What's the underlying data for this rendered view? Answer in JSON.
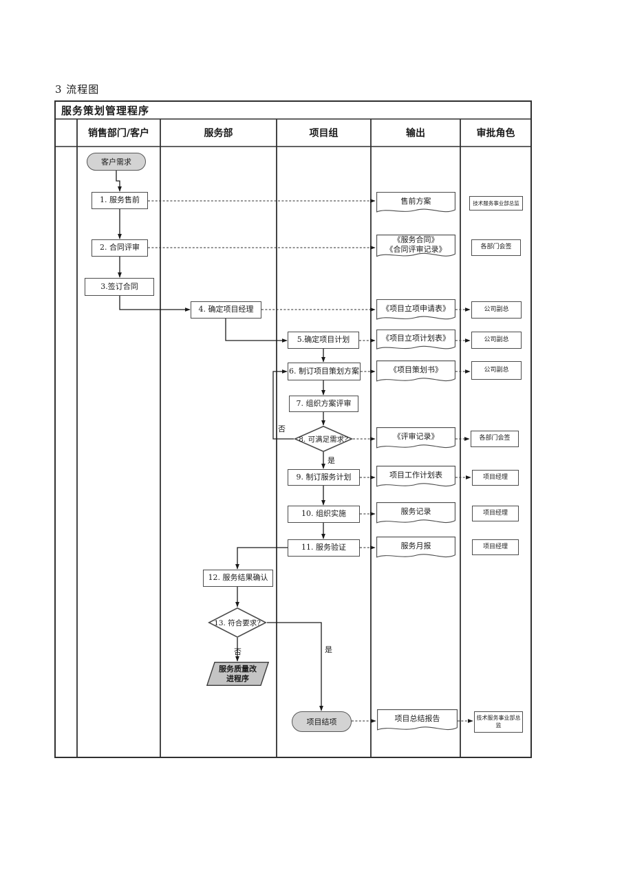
{
  "page": {
    "heading": "3 流程图"
  },
  "chart": {
    "title": "服务策划管理程序",
    "lanes": [
      "销售部门/客户",
      "服务部",
      "项目组",
      "输出",
      "审批角色"
    ],
    "colors": {
      "line": "#2f2f2f",
      "shape_fill_gray": "#d3d3d3",
      "improvement_fill": "#c4c4c4"
    }
  },
  "flow": {
    "start": "客户需求",
    "end": "项目结项",
    "yes": "是",
    "no": "否",
    "improvement": "服务质量改进程序",
    "steps": [
      {
        "label": "1. 服务售前"
      },
      {
        "label": "2. 合同评审"
      },
      {
        "label": "3.签订合同"
      },
      {
        "label": "4. 确定项目经理"
      },
      {
        "label": "5.确定项目计划"
      },
      {
        "label": "6. 制订项目策划方案"
      },
      {
        "label": "7. 组织方案评审"
      },
      {
        "label": "8. 可满足需求?"
      },
      {
        "label": "9. 制订服务计划"
      },
      {
        "label": "10. 组织实施"
      },
      {
        "label": "11. 服务验证"
      },
      {
        "label": "12. 服务结果确认"
      },
      {
        "label": "13. 符合要求?"
      }
    ]
  },
  "outputs": [
    {
      "l1": "售前方案"
    },
    {
      "l1": "《服务合同》",
      "l2": "《合同评审记录》"
    },
    {
      "l1": "《项目立项申请表》"
    },
    {
      "l1": "《项目立项计划表》"
    },
    {
      "l1": "《项目策划书》"
    },
    {
      "l1": "《评审记录》"
    },
    {
      "l1": "项目工作计划表"
    },
    {
      "l1": "服务记录"
    },
    {
      "l1": "服务月报"
    },
    {
      "l1": "项目总结报告"
    }
  ],
  "approvals": [
    {
      "label": "技术服务事业部总监"
    },
    {
      "label": "各部门会签"
    },
    {
      "label": "公司副总"
    },
    {
      "label": "公司副总"
    },
    {
      "label": "公司副总"
    },
    {
      "label": "各部门会签"
    },
    {
      "label": "项目经理"
    },
    {
      "label": "项目经理"
    },
    {
      "label": "项目经理"
    },
    {
      "label": "技术服务事业部总监"
    }
  ]
}
